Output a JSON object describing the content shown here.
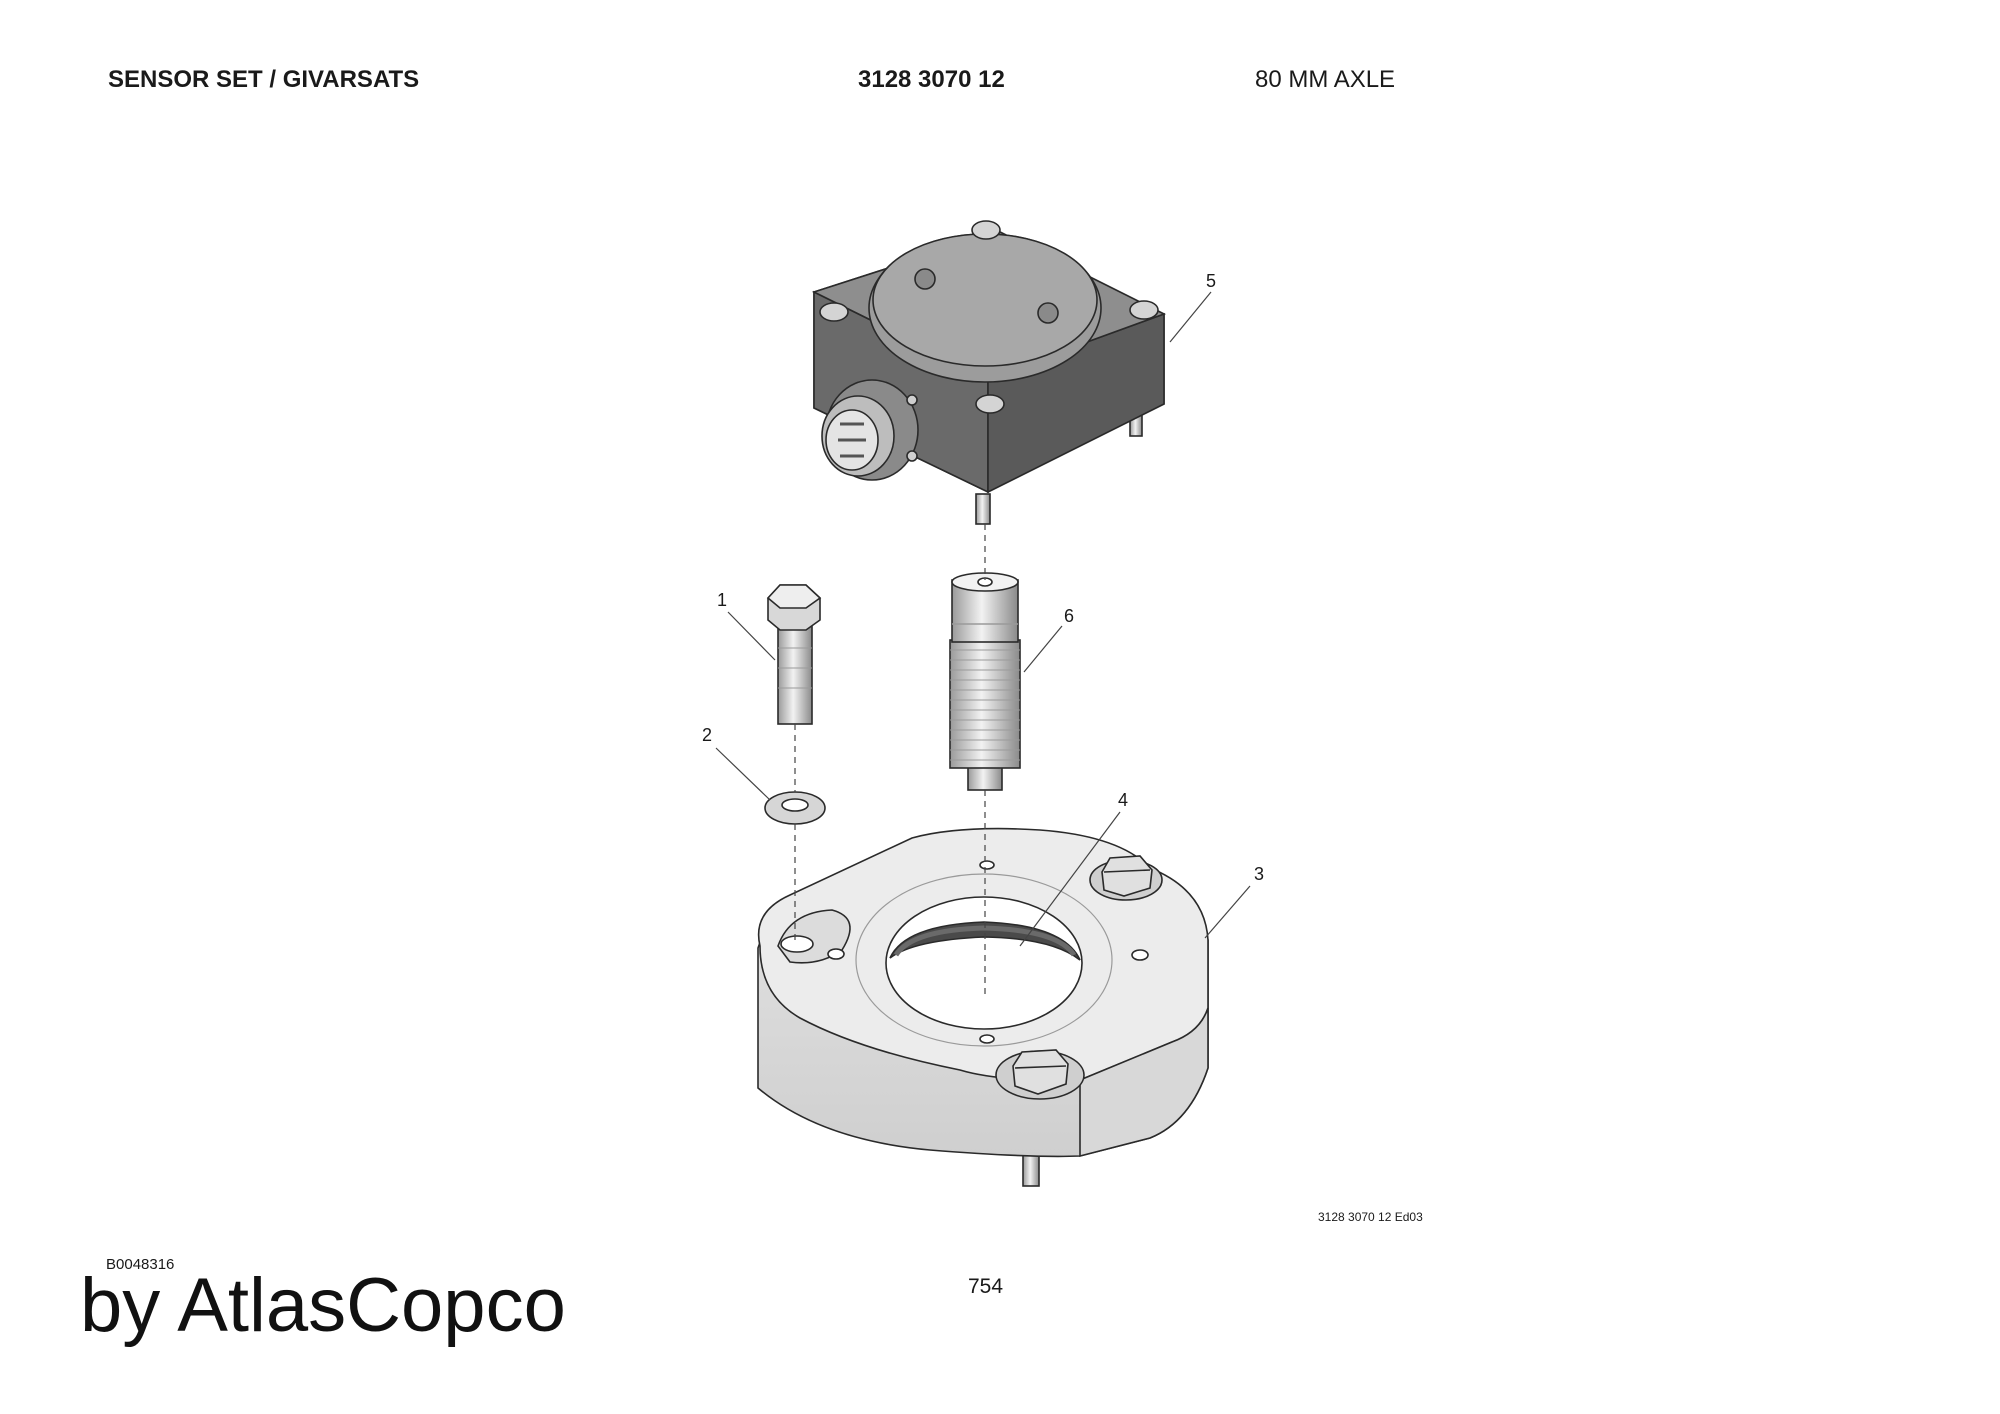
{
  "header": {
    "title": "SENSOR SET / GIVARSATS",
    "part_number": "3128 3070 12",
    "note": "80 MM AXLE"
  },
  "diagram": {
    "callouts": [
      {
        "id": "1",
        "label": "1"
      },
      {
        "id": "2",
        "label": "2"
      },
      {
        "id": "3",
        "label": "3"
      },
      {
        "id": "4",
        "label": "4"
      },
      {
        "id": "5",
        "label": "5"
      },
      {
        "id": "6",
        "label": "6"
      }
    ]
  },
  "footer": {
    "edition": "3128 3070 12 Ed03",
    "drawing_id": "B0048316",
    "page_number": "754",
    "brand": "by AtlasCopco"
  },
  "colors": {
    "sensor_body": "#7a7a7a",
    "sensor_top": "#9a9a9a",
    "plate": "#e6e6e6",
    "outline": "#2a2a2a"
  }
}
